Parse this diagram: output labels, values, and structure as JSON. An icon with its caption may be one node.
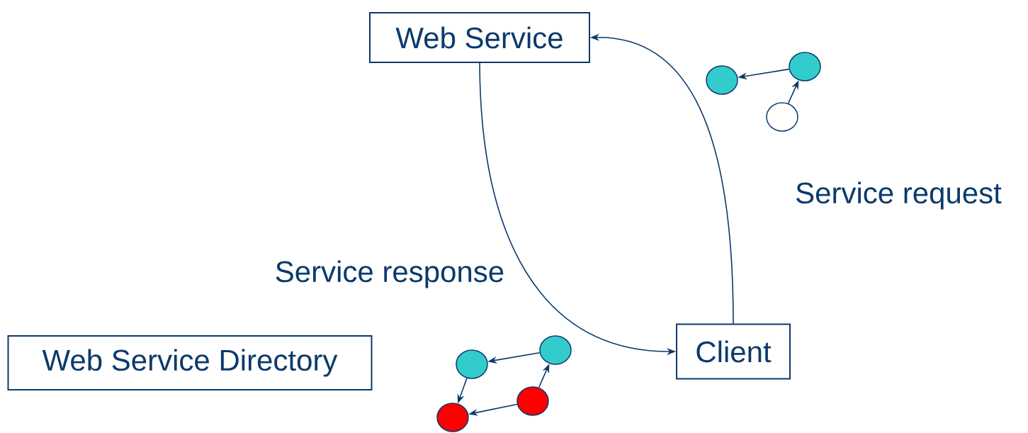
{
  "diagram": {
    "nodes": [
      {
        "text": [
          "Web Service"
        ]
      },
      {
        "text": [
          "Client"
        ]
      },
      {
        "text": [
          "Web Service Directory"
        ]
      },
      {
        "text": [],
        "shape": "circle"
      },
      {
        "text": [],
        "shape": "circle"
      },
      {
        "text": [],
        "shape": "circle"
      },
      {
        "text": [],
        "shape": "circle"
      },
      {
        "text": [],
        "shape": "circle"
      },
      {
        "text": [],
        "shape": "circle"
      },
      {
        "text": [],
        "shape": "circle"
      }
    ],
    "edges": [
      {
        "from": 0,
        "to": 1,
        "arrow": "to"
      },
      {
        "from": 1,
        "to": 0,
        "arrow": "to"
      },
      {
        "from": 4,
        "to": 3,
        "arrow": "to"
      },
      {
        "from": 5,
        "to": 4,
        "arrow": "to"
      },
      {
        "from": 7,
        "to": 6,
        "arrow": "to"
      },
      {
        "from": 6,
        "to": 8,
        "arrow": "to"
      },
      {
        "from": 9,
        "to": 8,
        "arrow": "to"
      },
      {
        "from": 9,
        "to": 7,
        "arrow": "to"
      }
    ],
    "labels": [
      "Service request",
      "Service response"
    ]
  }
}
